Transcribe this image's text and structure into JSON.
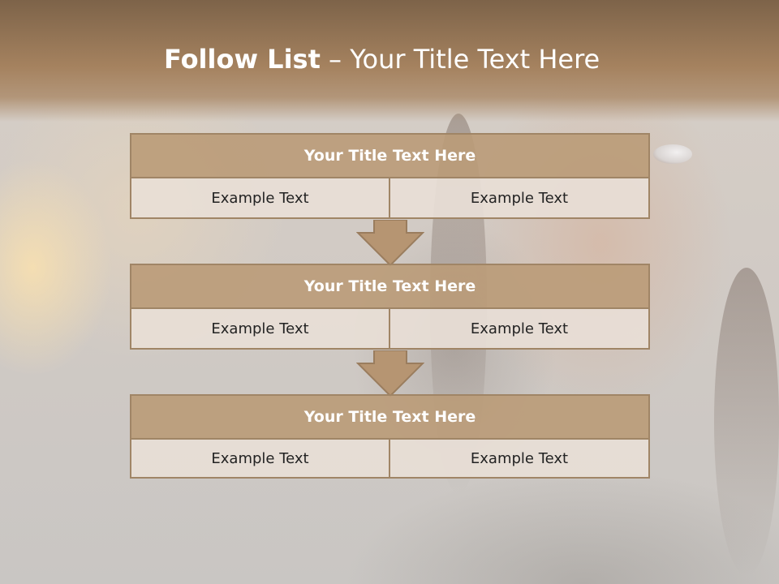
{
  "header": {
    "title_bold": "Follow List",
    "title_separator": " – ",
    "title_rest": "Your Title Text Here"
  },
  "blocks": [
    {
      "title": "Your Title Text Here",
      "left": "Example Text",
      "right": "Example Text"
    },
    {
      "title": "Your Title Text Here",
      "left": "Example Text",
      "right": "Example Text"
    },
    {
      "title": "Your Title Text Here",
      "left": "Example Text",
      "right": "Example Text"
    }
  ],
  "colors": {
    "header_band": "#a5825f",
    "block_title_fill": "#ba9b78",
    "block_border": "#a08566",
    "cell_fill": "#e8ded6",
    "arrow_fill": "#b69572"
  }
}
